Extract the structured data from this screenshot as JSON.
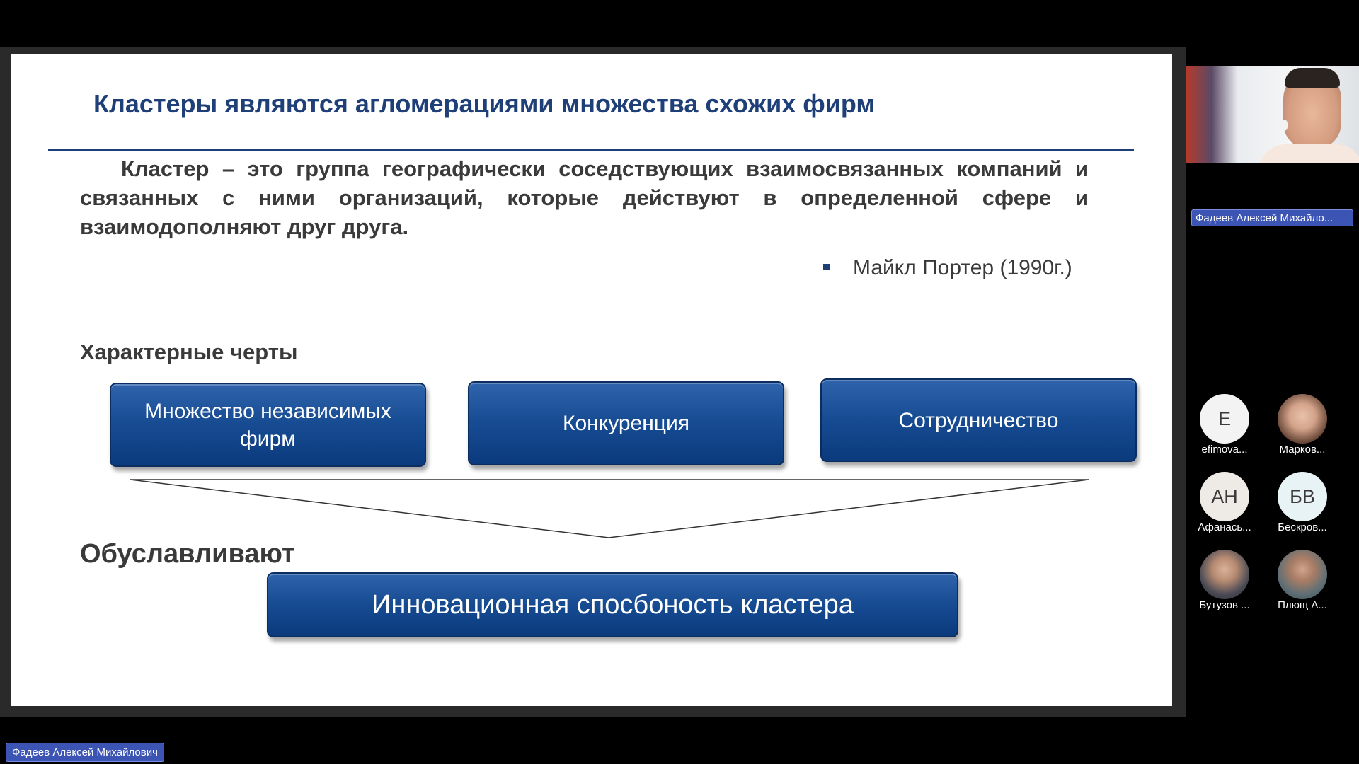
{
  "slide": {
    "title": "Кластеры являются агломерациями множества схожих фирм",
    "definition": "Кластер – это группа географически соседствующих взаимосвязанных компаний и связанных с ними организаций, которые действуют в определенной сфере и взаимодополняют друг друга.",
    "citation": "Майкл Портер (1990г.)",
    "features_heading": "Характерные черты",
    "features": [
      "Множество независимых фирм",
      "Конкуренция",
      "Сотрудничество"
    ],
    "determine_heading": "Обуславливают",
    "result": "Инновационная спосбоность кластера"
  },
  "colors": {
    "title": "#1f3f78",
    "box_blue": "#174c93",
    "name_label": "#3c55b4"
  },
  "video": {
    "speaker_name": "Фадеев Алексей Михайло..."
  },
  "participants": [
    {
      "initials": "E",
      "name": "efimova...",
      "avatar_type": "initials"
    },
    {
      "initials": "",
      "name": "Марков...",
      "avatar_type": "photo"
    },
    {
      "initials": "АН",
      "name": "Афанась...",
      "avatar_type": "initials"
    },
    {
      "initials": "БВ",
      "name": "Бескров...",
      "avatar_type": "initials"
    },
    {
      "initials": "",
      "name": "Бутузов ...",
      "avatar_type": "photo"
    },
    {
      "initials": "",
      "name": "Плющ А...",
      "avatar_type": "photo"
    }
  ],
  "presenter_label": "Фадеев Алексей Михайлович"
}
